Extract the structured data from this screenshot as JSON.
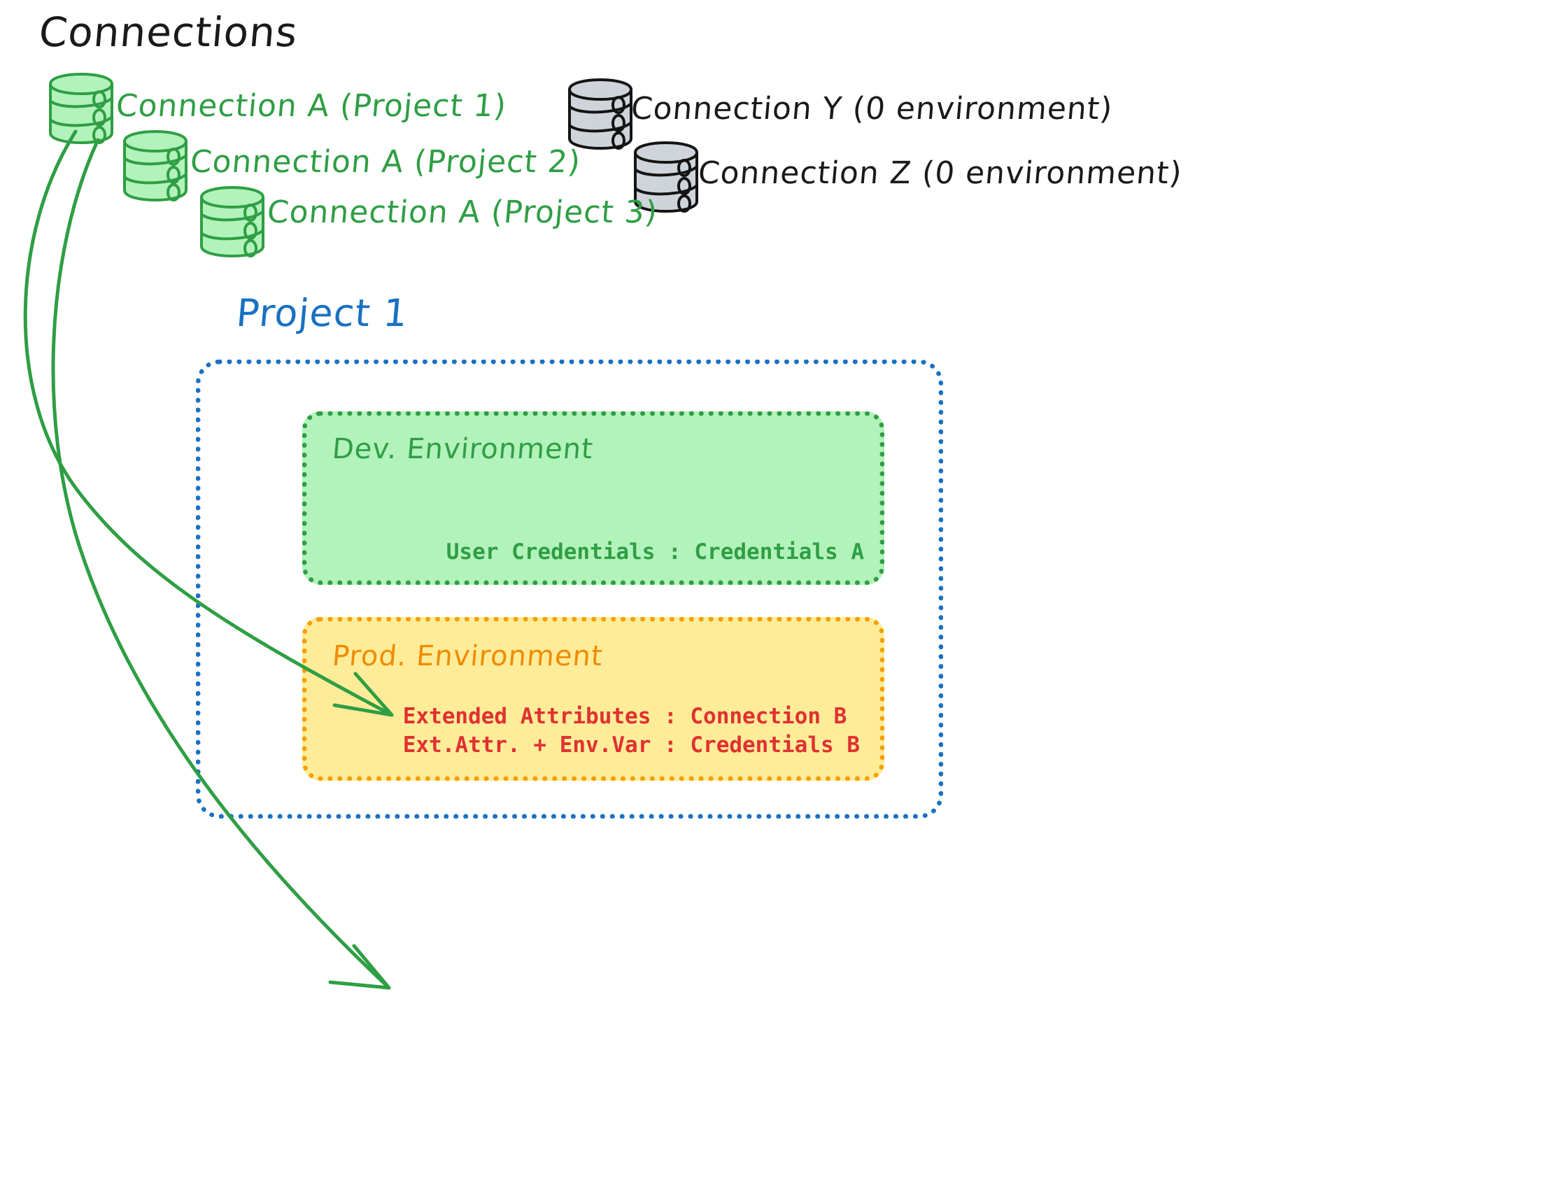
{
  "diagram": {
    "title": "Connections",
    "project_title": "Project 1"
  },
  "connections": {
    "green": [
      {
        "label": "Connection A (Project 1)",
        "icon": "database-icon",
        "color": "#2f9e44"
      },
      {
        "label": "Connection A (Project 2)",
        "icon": "database-icon",
        "color": "#2f9e44"
      },
      {
        "label": "Connection A (Project 3)",
        "icon": "database-icon",
        "color": "#2f9e44"
      }
    ],
    "gray": [
      {
        "label": "Connection Y (0 environment)",
        "icon": "database-icon",
        "color": "#1a1a1a"
      },
      {
        "label": "Connection Z (0 environment)",
        "icon": "database-icon",
        "color": "#1a1a1a"
      }
    ]
  },
  "project": {
    "name": "Project 1",
    "border_color": "#1971c2",
    "environments": [
      {
        "name": "Dev. Environment",
        "fill": "#b2f2bb",
        "border": "#2f9e44",
        "text_color": "#2f9e44",
        "rows": [
          "User Credentials : Credentials A"
        ]
      },
      {
        "name": "Prod. Environment",
        "fill": "#ffec99",
        "border": "#f59f00",
        "title_color": "#f08c00",
        "text_color": "#e03131",
        "rows": [
          "Extended Attributes : Connection B",
          "Ext.Attr. + Env.Var : Credentials B"
        ]
      }
    ]
  },
  "arrows": [
    {
      "name": "arrow-connection-a-to-dev",
      "from": "Connection A (Project 1)",
      "to": "Dev. Environment",
      "color": "#2f9e44"
    },
    {
      "name": "arrow-connection-a-to-prod",
      "from": "Connection A (Project 1)",
      "to": "Prod. Environment",
      "color": "#2f9e44"
    }
  ]
}
